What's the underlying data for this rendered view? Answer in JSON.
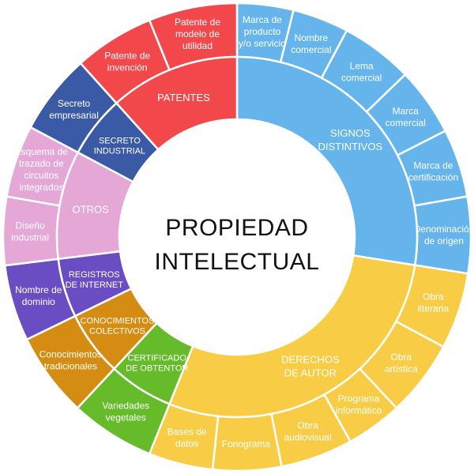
{
  "center": {
    "line1": "PROPIEDAD",
    "line2": "INTELECTUAL"
  },
  "colors": {
    "signos": "#65b5ec",
    "derechos": "#f8cc45",
    "certificado": "#66bb2a",
    "conocimientos": "#d48d12",
    "registros": "#6a4dc2",
    "otros": "#e5a8d6",
    "secreto": "#3a5aa5",
    "patentes": "#f2484b"
  },
  "inner": [
    {
      "name": "signos-distintivos",
      "lines": [
        "SIGNOS",
        "DISTINTIVOS"
      ],
      "color": "#65b5ec",
      "start": 0,
      "end": 99,
      "size": "lg"
    },
    {
      "name": "derechos-de-autor",
      "lines": [
        "DERECHOS",
        "DE AUTOR"
      ],
      "color": "#f8cc45",
      "start": 99,
      "end": 202,
      "size": "lg"
    },
    {
      "name": "certificado-de-obtentor",
      "lines": [
        "CERTIFICADO",
        "DE OBTENTOR"
      ],
      "color": "#66bb2a",
      "start": 202,
      "end": 223,
      "size": "sm"
    },
    {
      "name": "conocimientos-colectivos",
      "lines": [
        "CONOCIMIENTOS",
        "COLECTIVOS"
      ],
      "color": "#d48d12",
      "start": 223,
      "end": 244,
      "size": "sm"
    },
    {
      "name": "registros-de-internet",
      "lines": [
        "REGISTROS",
        "DE INTERNET"
      ],
      "color": "#6a4dc2",
      "start": 244,
      "end": 263,
      "size": "sm"
    },
    {
      "name": "otros",
      "lines": [
        "OTROS"
      ],
      "color": "#e5a8d6",
      "start": 263,
      "end": 298,
      "size": "lg"
    },
    {
      "name": "secreto-industrial",
      "lines": [
        "SECRETO",
        "INDUSTRIAL"
      ],
      "color": "#3a5aa5",
      "start": 298,
      "end": 318,
      "size": "sm"
    },
    {
      "name": "patentes",
      "lines": [
        "PATENTES"
      ],
      "color": "#f2484b",
      "start": 318,
      "end": 360,
      "size": "lg"
    }
  ],
  "outer": [
    {
      "name": "marca-de-producto",
      "lines": [
        "Marca de",
        "producto",
        "y/o servicio"
      ],
      "color": "#65b5ec",
      "start": 0,
      "end": 14
    },
    {
      "name": "nombre-comercial",
      "lines": [
        "Nombre",
        "comercial"
      ],
      "color": "#65b5ec",
      "start": 14,
      "end": 28
    },
    {
      "name": "lema-comercial",
      "lines": [
        "Lema",
        "comercial"
      ],
      "color": "#65b5ec",
      "start": 28,
      "end": 46
    },
    {
      "name": "marca-comercial",
      "lines": [
        "Marca",
        "comercial"
      ],
      "color": "#65b5ec",
      "start": 46,
      "end": 63
    },
    {
      "name": "marca-de-certificacion",
      "lines": [
        "Marca de",
        "certificación"
      ],
      "color": "#65b5ec",
      "start": 63,
      "end": 80
    },
    {
      "name": "denominacion-de-origen",
      "lines": [
        "Denominación",
        "de origen"
      ],
      "color": "#65b5ec",
      "start": 80,
      "end": 99
    },
    {
      "name": "obra-literaria",
      "lines": [
        "Obra",
        "literaria"
      ],
      "color": "#f8cc45",
      "start": 99,
      "end": 118
    },
    {
      "name": "obra-artistica",
      "lines": [
        "Obra",
        "artística"
      ],
      "color": "#f8cc45",
      "start": 118,
      "end": 137
    },
    {
      "name": "programa-informatico",
      "lines": [
        "Programa",
        "informático"
      ],
      "color": "#f8cc45",
      "start": 137,
      "end": 151
    },
    {
      "name": "obra-audiovisual",
      "lines": [
        "Obra",
        "audiovisual"
      ],
      "color": "#f8cc45",
      "start": 151,
      "end": 169
    },
    {
      "name": "fonograma",
      "lines": [
        "Fonograma"
      ],
      "color": "#f8cc45",
      "start": 169,
      "end": 186
    },
    {
      "name": "bases-de-datos",
      "lines": [
        "Bases de",
        "datos"
      ],
      "color": "#f8cc45",
      "start": 186,
      "end": 202
    },
    {
      "name": "variedades-vegetales",
      "lines": [
        "Variedades",
        "vegetales"
      ],
      "color": "#66bb2a",
      "start": 202,
      "end": 223
    },
    {
      "name": "conocimientos-tradicionales",
      "lines": [
        "Conocimientos",
        "tradicionales"
      ],
      "color": "#d48d12",
      "start": 223,
      "end": 244
    },
    {
      "name": "nombre-de-dominio",
      "lines": [
        "Nombre de",
        "dominio"
      ],
      "color": "#6a4dc2",
      "start": 244,
      "end": 263
    },
    {
      "name": "diseno-industrial",
      "lines": [
        "Diseño",
        "industrial"
      ],
      "color": "#e5a8d6",
      "start": 263,
      "end": 280
    },
    {
      "name": "esquema-de-trazado",
      "lines": [
        "Esquema de",
        "trazado de",
        "circuitos",
        "integrados"
      ],
      "color": "#e5a8d6",
      "start": 280,
      "end": 298
    },
    {
      "name": "secreto-empresarial",
      "lines": [
        "Secreto",
        "empresarial"
      ],
      "color": "#3a5aa5",
      "start": 298,
      "end": 318
    },
    {
      "name": "patente-de-invencion",
      "lines": [
        "Patente de",
        "invención"
      ],
      "color": "#f2484b",
      "start": 318,
      "end": 338
    },
    {
      "name": "patente-de-modelo-de-utilidad",
      "lines": [
        "Patente de",
        "modelo de",
        "utilidad"
      ],
      "color": "#f2484b",
      "start": 338,
      "end": 360
    }
  ]
}
